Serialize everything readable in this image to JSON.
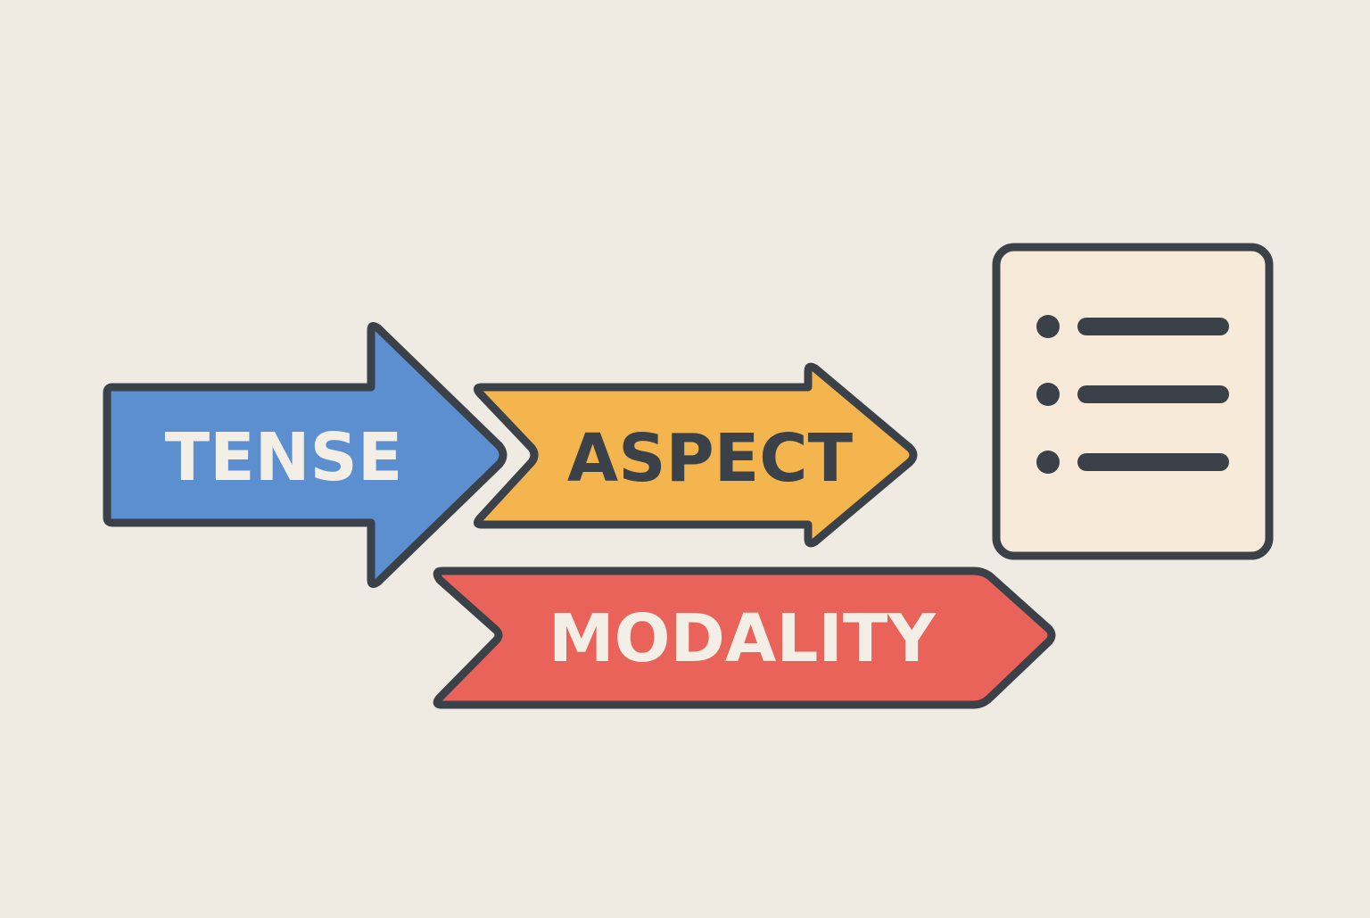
{
  "diagram": {
    "background": "#efebe3",
    "outline_color": "#3a4148",
    "arrows": [
      {
        "id": "tense",
        "label": "TENSE",
        "fill": "#5b8fcf",
        "text_color": "#f4efe6"
      },
      {
        "id": "aspect",
        "label": "ASPECT",
        "fill": "#f4b54f",
        "text_color": "#3a4148"
      },
      {
        "id": "modality",
        "label": "MODALITY",
        "fill": "#e9635a",
        "text_color": "#f4efe6"
      }
    ],
    "list_card": {
      "icon": "list-icon",
      "fill": "#f8ead8",
      "rows": 3
    }
  }
}
